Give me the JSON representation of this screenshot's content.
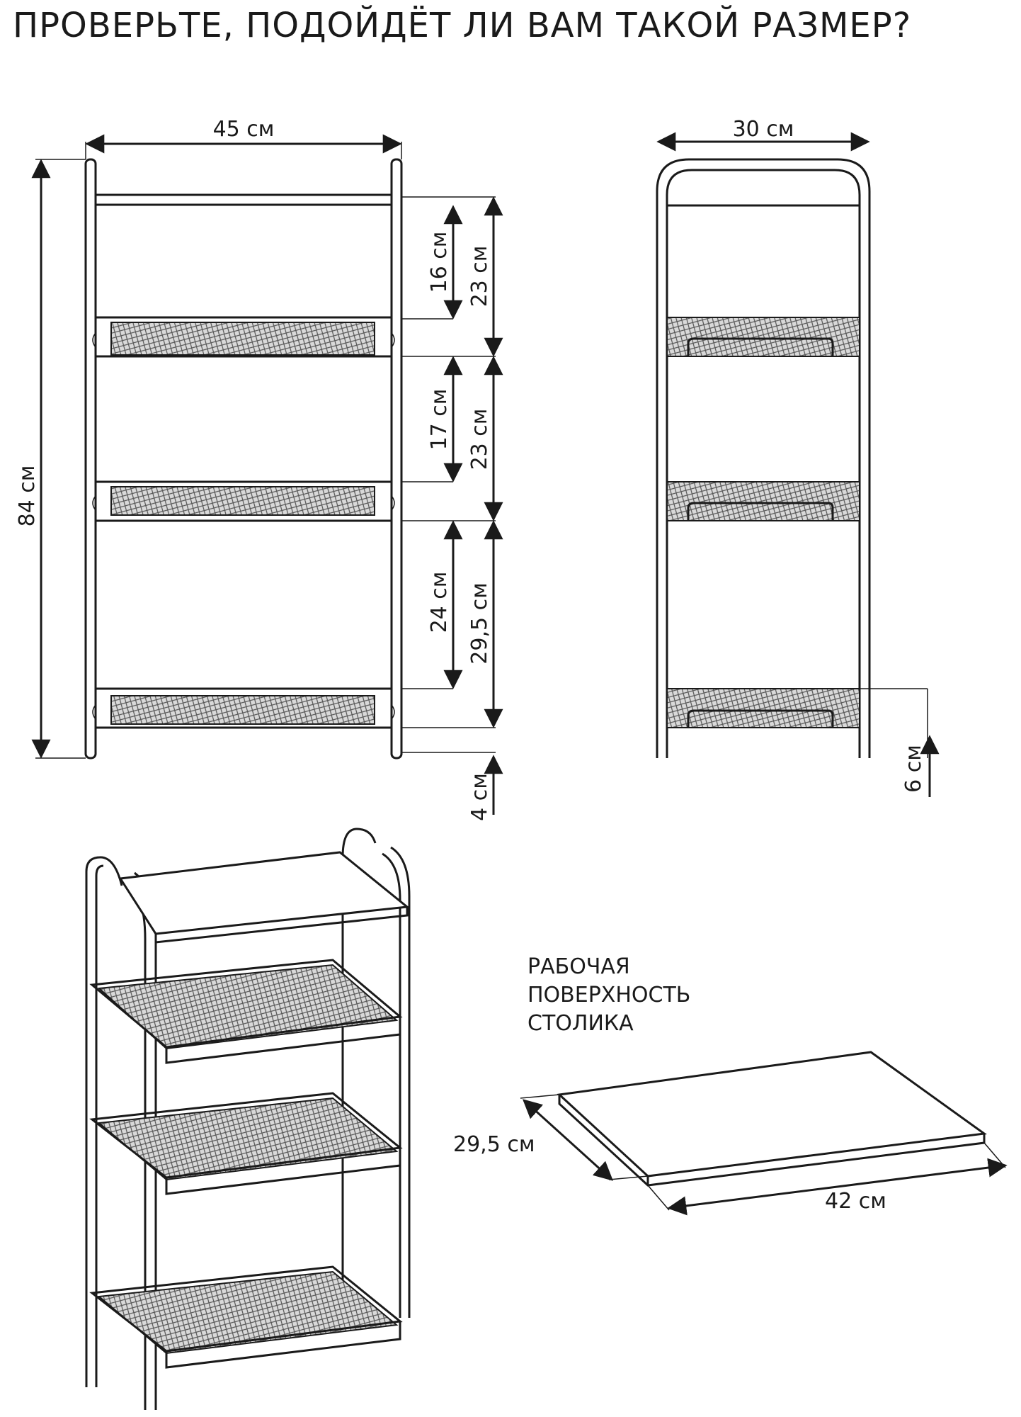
{
  "title": "ПРОВЕРЬТЕ, ПОДОЙДЁТ ЛИ ВАМ ТАКОЙ РАЗМЕР?",
  "front_view": {
    "width": "45 см",
    "height": "84 см",
    "gap_1_inner": "16 см",
    "gap_1_outer": "23 см",
    "gap_2_inner": "17 см",
    "gap_2_outer": "23 см",
    "gap_3_inner": "24 см",
    "gap_3_outer": "29,5 см",
    "leg_height": "4 см"
  },
  "side_view": {
    "depth": "30 см",
    "bottom_clearance": "6 см"
  },
  "tabletop": {
    "caption_line1": "РАБОЧАЯ",
    "caption_line2": "ПОВЕРХНОСТЬ",
    "caption_line3": "СТОЛИКА",
    "depth": "29,5 см",
    "width": "42 см"
  }
}
